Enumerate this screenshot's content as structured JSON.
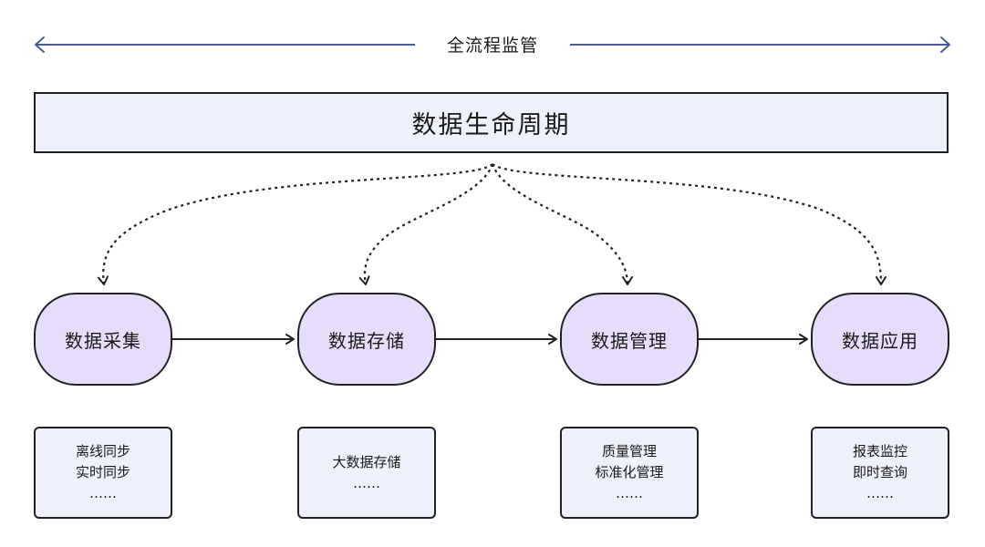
{
  "header": {
    "supervision_label": "全流程监管"
  },
  "banner": {
    "title": "数据生命周期"
  },
  "stages": [
    {
      "label": "数据采集",
      "details": [
        "离线同步",
        "实时同步",
        "……"
      ]
    },
    {
      "label": "数据存储",
      "details": [
        "大数据存储",
        "……"
      ]
    },
    {
      "label": "数据管理",
      "details": [
        "质量管理",
        "标准化管理",
        "……"
      ]
    },
    {
      "label": "数据应用",
      "details": [
        "报表监控",
        "即时查询",
        "……"
      ]
    }
  ],
  "colors": {
    "line": "#222222",
    "top_arrow": "#4a5a9c",
    "banner_fill": "#eef0fb",
    "stage_fill": "#e6dcfb",
    "detail_fill": "#eef0fb"
  }
}
